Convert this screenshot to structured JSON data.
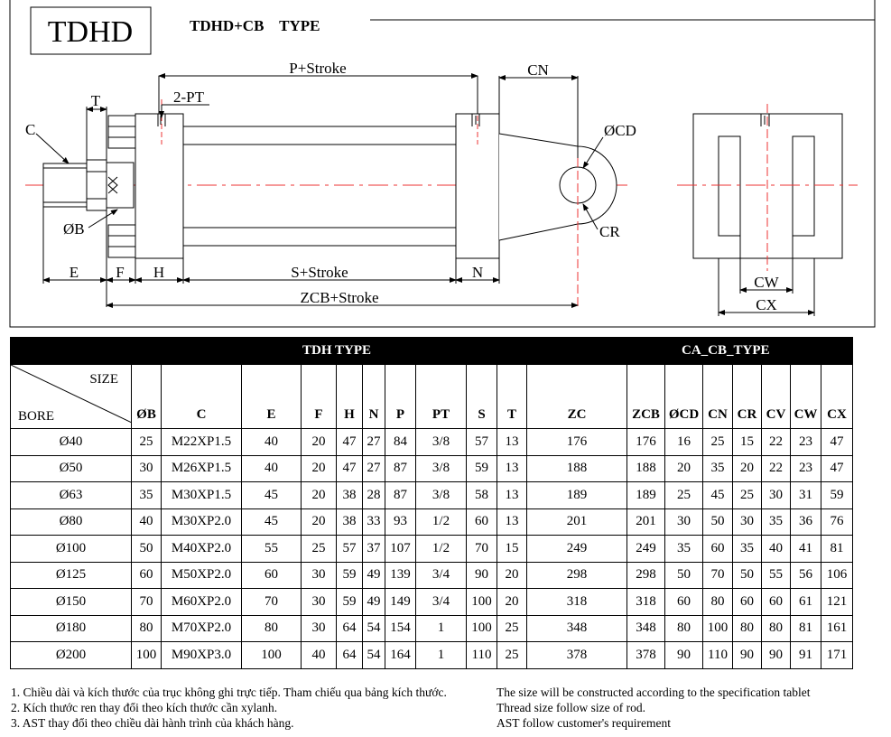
{
  "title_box": "TDHD",
  "drawing_title": "TDHD+CB    TYPE",
  "labels": {
    "p_stroke": "P+Stroke",
    "cn": "CN",
    "t": "T",
    "pt": "2-PT",
    "c": "C",
    "ocd": "ØCD",
    "ob": "ØB",
    "cr": "CR",
    "e": "E",
    "f": "F",
    "h": "H",
    "s_stroke": "S+Stroke",
    "n": "N",
    "zcb_stroke": "ZCB+Stroke",
    "cw": "CW",
    "cx": "CX"
  },
  "table": {
    "left_title": "TDH TYPE",
    "right_title": "CA_CB_TYPE",
    "size_label": "SIZE",
    "bore_label": "BORE",
    "columns": [
      "ØB",
      "C",
      "E",
      "F",
      "H",
      "N",
      "P",
      "PT",
      "S",
      "T",
      "ZC",
      "ZCB",
      "ØCD",
      "CN",
      "CR",
      "CV",
      "CW",
      "CX"
    ],
    "rows": [
      [
        "Ø40",
        "25",
        "M22XP1.5",
        "40",
        "20",
        "47",
        "27",
        "84",
        "3/8",
        "57",
        "13",
        "176",
        "176",
        "16",
        "25",
        "15",
        "22",
        "23",
        "47"
      ],
      [
        "Ø50",
        "30",
        "M26XP1.5",
        "40",
        "20",
        "47",
        "27",
        "87",
        "3/8",
        "59",
        "13",
        "188",
        "188",
        "20",
        "35",
        "20",
        "22",
        "23",
        "47"
      ],
      [
        "Ø63",
        "35",
        "M30XP1.5",
        "45",
        "20",
        "38",
        "28",
        "87",
        "3/8",
        "58",
        "13",
        "189",
        "189",
        "25",
        "45",
        "25",
        "30",
        "31",
        "59"
      ],
      [
        "Ø80",
        "40",
        "M30XP2.0",
        "45",
        "20",
        "38",
        "33",
        "93",
        "1/2",
        "60",
        "13",
        "201",
        "201",
        "30",
        "50",
        "30",
        "35",
        "36",
        "76"
      ],
      [
        "Ø100",
        "50",
        "M40XP2.0",
        "55",
        "25",
        "57",
        "37",
        "107",
        "1/2",
        "70",
        "15",
        "249",
        "249",
        "35",
        "60",
        "35",
        "40",
        "41",
        "81"
      ],
      [
        "Ø125",
        "60",
        "M50XP2.0",
        "60",
        "30",
        "59",
        "49",
        "139",
        "3/4",
        "90",
        "20",
        "298",
        "298",
        "50",
        "70",
        "50",
        "55",
        "56",
        "106"
      ],
      [
        "Ø150",
        "70",
        "M60XP2.0",
        "70",
        "30",
        "59",
        "49",
        "149",
        "3/4",
        "100",
        "20",
        "318",
        "318",
        "60",
        "80",
        "60",
        "60",
        "61",
        "121"
      ],
      [
        "Ø180",
        "80",
        "M70XP2.0",
        "80",
        "30",
        "64",
        "54",
        "154",
        "1",
        "100",
        "25",
        "348",
        "348",
        "80",
        "100",
        "80",
        "80",
        "81",
        "161"
      ],
      [
        "Ø200",
        "100",
        "M90XP3.0",
        "100",
        "40",
        "64",
        "54",
        "164",
        "1",
        "110",
        "25",
        "378",
        "378",
        "90",
        "110",
        "90",
        "90",
        "91",
        "171"
      ]
    ]
  },
  "notes_vi": [
    "1. Chiều dài và kích thước của trục không ghi trực tiếp. Tham chiếu qua bảng kích thước.",
    "2. Kích thước ren thay đổi theo kích thước cần xylanh.",
    "3. AST thay đổi theo chiều dài hành trình của khách hàng."
  ],
  "notes_en": [
    "The size will be constructed according to the specification tablet",
    "Thread size follow size of rod.",
    "AST follow customer's requirement"
  ]
}
